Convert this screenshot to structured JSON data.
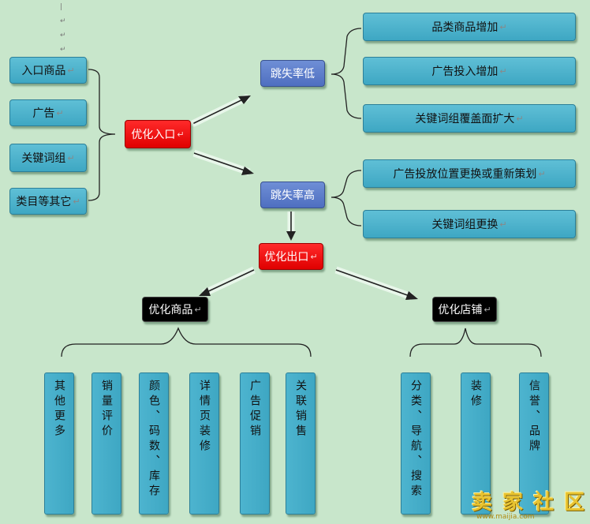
{
  "entry_sources": [
    "入口商品",
    "广告",
    "关键词组",
    "类目等其它"
  ],
  "optimize_entry": "优化入口",
  "bounce_low": "跳失率低",
  "bounce_high": "跳失率高",
  "low_actions": [
    "品类商品增加",
    "广告投入增加",
    "关键词组覆盖面扩大"
  ],
  "high_actions": [
    "广告投放位置更换或重新策划",
    "关键词组更换"
  ],
  "optimize_exit": "优化出口",
  "optimize_product": "优化商品",
  "optimize_store": "优化店铺",
  "product_items": [
    "其他更多",
    "销量评价",
    "颜色、码数、库存",
    "详情页装修",
    "广告促销",
    "关联销售"
  ],
  "store_items": [
    "分类、导航、搜索",
    "装修",
    "信誉、品牌"
  ],
  "paragraph_mark": "↵",
  "watermark": "卖 家 社 区",
  "watermark_url": "www.maijia.com",
  "colors": {
    "background": "#c8e6cb",
    "cyan_box": "#4db4cf",
    "blue_box": "#5b7bcc",
    "red_box": "#ff0000",
    "black_box": "#000000"
  }
}
